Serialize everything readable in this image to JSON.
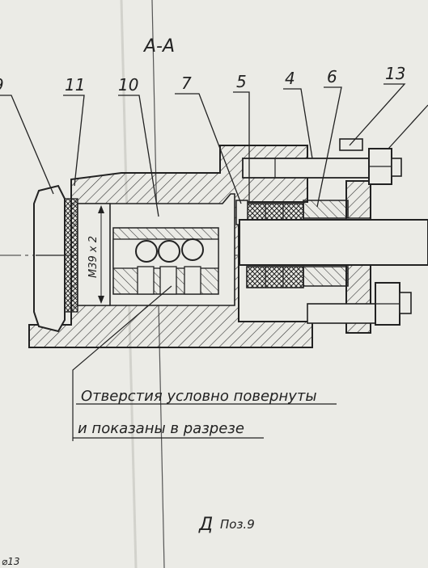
{
  "section_title": "А-А",
  "callouts": [
    "9",
    "11",
    "10",
    "7",
    "5",
    "4",
    "6",
    "13"
  ],
  "thread_label": "М39 х 2",
  "note_line1": "Отверстия условно повернуты",
  "note_line2": "и показаны в разрезе",
  "view_label": "Д",
  "view_ref": "Поз.9",
  "corner_label": "⌀13"
}
